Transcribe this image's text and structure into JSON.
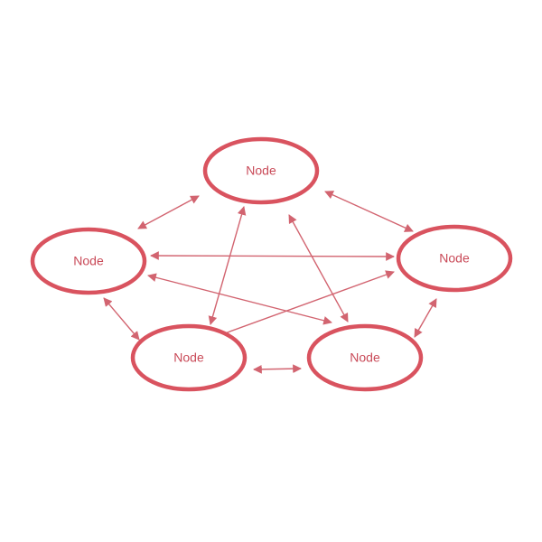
{
  "colors": {
    "node_stroke": "#d9535f",
    "edge": "#d26470",
    "label": "#c94a58"
  },
  "nodes": [
    {
      "id": "top",
      "label": "Node"
    },
    {
      "id": "left",
      "label": "Node"
    },
    {
      "id": "right",
      "label": "Node"
    },
    {
      "id": "bottom-left",
      "label": "Node"
    },
    {
      "id": "bottom-right",
      "label": "Node"
    }
  ],
  "edges": [
    {
      "from": "top",
      "to": "left",
      "direction": "both"
    },
    {
      "from": "top",
      "to": "right",
      "direction": "both"
    },
    {
      "from": "top",
      "to": "bottom-left",
      "direction": "both"
    },
    {
      "from": "top",
      "to": "bottom-right",
      "direction": "both"
    },
    {
      "from": "left",
      "to": "right",
      "direction": "both"
    },
    {
      "from": "left",
      "to": "bottom-left",
      "direction": "both"
    },
    {
      "from": "left",
      "to": "bottom-right",
      "direction": "both"
    },
    {
      "from": "right",
      "to": "bottom-left",
      "direction": "both"
    },
    {
      "from": "right",
      "to": "bottom-right",
      "direction": "both"
    },
    {
      "from": "bottom-left",
      "to": "bottom-right",
      "direction": "both"
    }
  ]
}
